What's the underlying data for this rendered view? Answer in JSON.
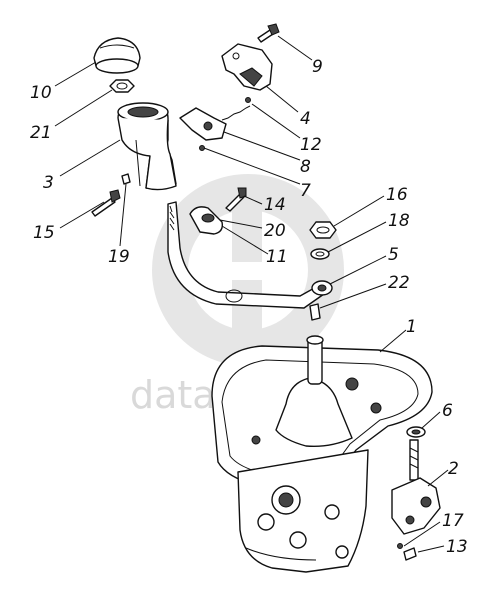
{
  "watermark": {
    "text": "data-mot"
  },
  "callouts": [
    {
      "id": "1",
      "label": "1"
    },
    {
      "id": "2",
      "label": "2"
    },
    {
      "id": "3",
      "label": "3"
    },
    {
      "id": "4",
      "label": "4"
    },
    {
      "id": "5",
      "label": "5"
    },
    {
      "id": "6",
      "label": "6"
    },
    {
      "id": "7",
      "label": "7"
    },
    {
      "id": "8",
      "label": "8"
    },
    {
      "id": "9",
      "label": "9"
    },
    {
      "id": "10",
      "label": "10"
    },
    {
      "id": "11",
      "label": "11"
    },
    {
      "id": "12",
      "label": "12"
    },
    {
      "id": "13",
      "label": "13"
    },
    {
      "id": "14",
      "label": "14"
    },
    {
      "id": "15",
      "label": "15"
    },
    {
      "id": "16",
      "label": "16"
    },
    {
      "id": "17",
      "label": "17"
    },
    {
      "id": "18",
      "label": "18"
    },
    {
      "id": "19",
      "label": "19"
    },
    {
      "id": "20",
      "label": "20"
    },
    {
      "id": "21",
      "label": "21"
    },
    {
      "id": "22",
      "label": "22"
    }
  ]
}
